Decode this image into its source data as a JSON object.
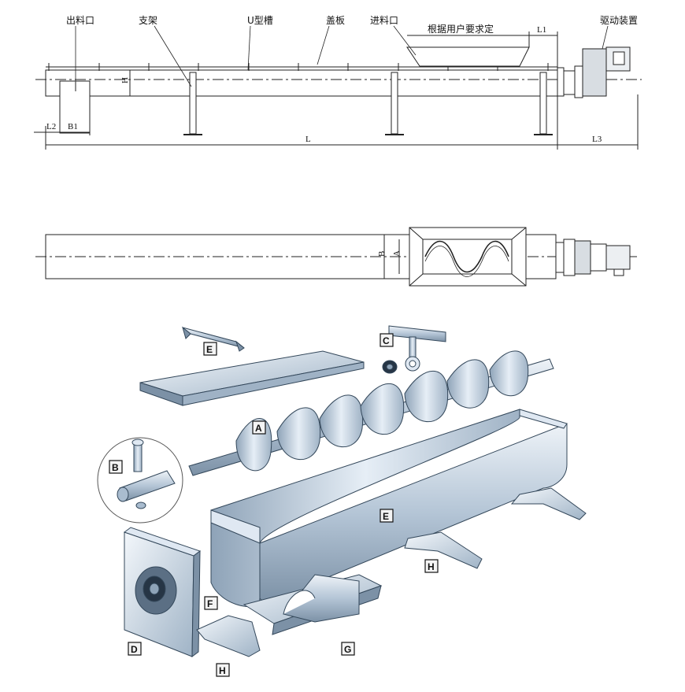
{
  "side_view": {
    "labels": {
      "outlet": "出料口",
      "bracket": "支架",
      "u_trough": "U型槽",
      "cover": "盖板",
      "inlet": "进料口",
      "per_user": "根据用户要求定",
      "drive": "驱动装置"
    },
    "dims": {
      "H": "H",
      "L1": "L1",
      "L2": "L2",
      "B1": "B1",
      "L": "L",
      "L3": "L3"
    }
  },
  "top_view": {
    "dims": {
      "A": "A",
      "B": "B"
    }
  },
  "exploded": {
    "parts": [
      "E",
      "C",
      "A",
      "B",
      "E",
      "H",
      "D",
      "F",
      "G",
      "H"
    ]
  },
  "colors": {
    "line": "#222222",
    "steel_light": "#dfe8f2",
    "steel_mid": "#a9bccf",
    "steel_dark": "#6f859b"
  }
}
